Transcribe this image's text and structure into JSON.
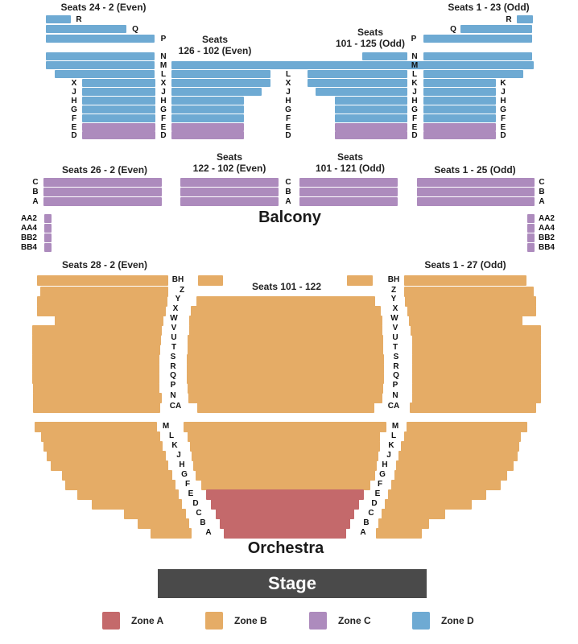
{
  "colors": {
    "zone_a": "#c4696b",
    "zone_b": "#e5ac66",
    "zone_c": "#ad8bbd",
    "zone_d": "#6eaad3"
  },
  "sections": {
    "balcony": {
      "title": "Balcony",
      "upper_left_title": "Seats 24 - 2 (Even)",
      "upper_right_title": "Seats 1 - 23 (Odd)",
      "upper_center_left_title": "Seats\n126 - 102 (Even)",
      "upper_center_right_title": "Seats\n101 - 125 (Odd)",
      "lower_left_title": "Seats 26 - 2 (Even)",
      "lower_center_left_title": "Seats\n122 - 102 (Even)",
      "lower_center_right_title": "Seats\n101 - 121 (Odd)",
      "lower_right_title": "Seats 1 - 25 (Odd)",
      "box_rows": [
        "AA2",
        "AA4",
        "BB2",
        "BB4"
      ]
    },
    "orchestra": {
      "title": "Orchestra",
      "left_title": "Seats 28 - 2 (Even)",
      "center_title": "Seats 101 - 122",
      "right_title": "Seats 1 - 27 (Odd)"
    }
  },
  "stage": {
    "label": "Stage"
  },
  "legend": [
    {
      "label": "Zone A",
      "color": "#c4696b"
    },
    {
      "label": "Zone B",
      "color": "#e5ac66"
    },
    {
      "label": "Zone C",
      "color": "#ad8bbd"
    },
    {
      "label": "Zone D",
      "color": "#6eaad3"
    }
  ],
  "chart_data": {
    "type": "seating-map",
    "title": "Theater seating chart",
    "zones": [
      "Zone A",
      "Zone B",
      "Zone C",
      "Zone D"
    ],
    "balcony_upper_rows": [
      "R",
      "Q",
      "P",
      "N",
      "M",
      "L",
      "K",
      "J",
      "H",
      "G",
      "F",
      "E",
      "D"
    ],
    "balcony_lower_rows": [
      "C",
      "B",
      "A"
    ],
    "orchestra_rear_rows": [
      "BH",
      "Z",
      "Y",
      "X",
      "W",
      "V",
      "U",
      "T",
      "S",
      "R",
      "Q",
      "P",
      "N",
      "CA"
    ],
    "orchestra_front_rows": [
      "M",
      "L",
      "K",
      "J",
      "H",
      "G",
      "F",
      "E",
      "D",
      "C",
      "B",
      "A"
    ],
    "zone_assignment": {
      "Zone A": "Orchestra center rows A-E",
      "Zone B": "Orchestra (all other rows)",
      "Zone C": "Balcony rows D-E, A-C, AA2/AA4/BB2/BB4",
      "Zone D": "Balcony rows F-R"
    }
  },
  "bars": {
    "upper_blue": [
      [
        57,
        19,
        31,
        "d"
      ],
      [
        57,
        31,
        100,
        "d"
      ],
      [
        57,
        43,
        135,
        "d"
      ],
      [
        57,
        65,
        135,
        "d"
      ],
      [
        57,
        76,
        135,
        "d"
      ],
      [
        68,
        87,
        124,
        "d"
      ],
      [
        102,
        98,
        91,
        "d"
      ],
      [
        102,
        109,
        91,
        "d"
      ],
      [
        102,
        120,
        91,
        "d"
      ],
      [
        102,
        131,
        91,
        "d"
      ],
      [
        102,
        142,
        91,
        "d"
      ],
      [
        102,
        153,
        91,
        "c"
      ],
      [
        102,
        163,
        91,
        "c"
      ],
      [
        213,
        76,
        450,
        "d"
      ],
      [
        213,
        87,
        123,
        "d"
      ],
      [
        213,
        98,
        123,
        "d"
      ],
      [
        213,
        109,
        112,
        "d"
      ],
      [
        213,
        120,
        90,
        "d"
      ],
      [
        213,
        131,
        90,
        "d"
      ],
      [
        213,
        142,
        90,
        "d"
      ],
      [
        213,
        153,
        90,
        "c"
      ],
      [
        213,
        163,
        90,
        "c"
      ],
      [
        450,
        65,
        56,
        "d"
      ],
      [
        382,
        87,
        124,
        "d"
      ],
      [
        382,
        98,
        124,
        "d"
      ],
      [
        392,
        109,
        114,
        "d"
      ],
      [
        416,
        120,
        90,
        "d"
      ],
      [
        416,
        131,
        90,
        "d"
      ],
      [
        416,
        142,
        90,
        "d"
      ],
      [
        416,
        153,
        90,
        "c"
      ],
      [
        416,
        163,
        90,
        "c"
      ],
      [
        642,
        19,
        20,
        "d"
      ],
      [
        572,
        31,
        89,
        "d"
      ],
      [
        526,
        43,
        135,
        "d"
      ],
      [
        526,
        65,
        135,
        "d"
      ],
      [
        526,
        76,
        135,
        "d"
      ],
      [
        526,
        87,
        124,
        "d"
      ],
      [
        526,
        98,
        90,
        "d"
      ],
      [
        526,
        109,
        90,
        "d"
      ],
      [
        526,
        120,
        90,
        "d"
      ],
      [
        526,
        131,
        90,
        "d"
      ],
      [
        526,
        142,
        90,
        "d"
      ],
      [
        526,
        153,
        90,
        "c"
      ],
      [
        526,
        163,
        90,
        "c"
      ]
    ],
    "lower_purple": [
      [
        54,
        221,
        147,
        "c"
      ],
      [
        54,
        233,
        147,
        "c"
      ],
      [
        54,
        245,
        147,
        "c"
      ],
      [
        224,
        221,
        122,
        "c"
      ],
      [
        224,
        233,
        122,
        "c"
      ],
      [
        224,
        245,
        122,
        "c"
      ],
      [
        372,
        221,
        122,
        "c"
      ],
      [
        372,
        233,
        122,
        "c"
      ],
      [
        372,
        245,
        122,
        "c"
      ],
      [
        518,
        221,
        146,
        "c"
      ],
      [
        518,
        233,
        146,
        "c"
      ],
      [
        518,
        245,
        146,
        "c"
      ],
      [
        55,
        266,
        9,
        "c"
      ],
      [
        55,
        278,
        9,
        "c"
      ],
      [
        55,
        290,
        9,
        "c"
      ],
      [
        55,
        302,
        9,
        "c"
      ],
      [
        655,
        266,
        9,
        "c"
      ],
      [
        655,
        278,
        9,
        "c"
      ],
      [
        655,
        290,
        9,
        "c"
      ],
      [
        655,
        302,
        9,
        "c"
      ]
    ],
    "orch_rear": [
      [
        46,
        342,
        163,
        "b"
      ],
      [
        50,
        356,
        159,
        "b"
      ],
      [
        46,
        368,
        162,
        "b"
      ],
      [
        46,
        380,
        160,
        "b"
      ],
      [
        68,
        392,
        135,
        "b"
      ],
      [
        40,
        404,
        161,
        "b"
      ],
      [
        40,
        416,
        160,
        "b"
      ],
      [
        40,
        428,
        159,
        "b"
      ],
      [
        40,
        440,
        158,
        "b"
      ],
      [
        40,
        452,
        158,
        "b"
      ],
      [
        40,
        464,
        158,
        "b"
      ],
      [
        41,
        476,
        157,
        "b"
      ],
      [
        41,
        488,
        160,
        "b"
      ],
      [
        41,
        500,
        158,
        "b"
      ],
      [
        246,
        342,
        31,
        "b"
      ],
      [
        244,
        368,
        222,
        "b"
      ],
      [
        237,
        380,
        236,
        "b"
      ],
      [
        235,
        392,
        240,
        "b"
      ],
      [
        235,
        404,
        240,
        "b"
      ],
      [
        233,
        416,
        243,
        "b"
      ],
      [
        233,
        428,
        243,
        "b"
      ],
      [
        232,
        440,
        245,
        "b"
      ],
      [
        232,
        452,
        245,
        "b"
      ],
      [
        232,
        464,
        245,
        "b"
      ],
      [
        233,
        476,
        243,
        "b"
      ],
      [
        234,
        488,
        241,
        "b"
      ],
      [
        245,
        500,
        220,
        "b"
      ],
      [
        431,
        342,
        32,
        "b"
      ],
      [
        502,
        342,
        152,
        "b"
      ],
      [
        502,
        356,
        161,
        "b"
      ],
      [
        503,
        368,
        163,
        "b"
      ],
      [
        506,
        380,
        160,
        "b"
      ],
      [
        508,
        392,
        141,
        "b"
      ],
      [
        510,
        404,
        162,
        "b"
      ],
      [
        512,
        416,
        160,
        "b"
      ],
      [
        512,
        428,
        160,
        "b"
      ],
      [
        512,
        440,
        160,
        "b"
      ],
      [
        512,
        452,
        160,
        "b"
      ],
      [
        512,
        464,
        160,
        "b"
      ],
      [
        512,
        476,
        160,
        "b"
      ],
      [
        512,
        488,
        160,
        "b"
      ],
      [
        509,
        500,
        157,
        "b"
      ]
    ],
    "orch_front": [
      [
        43,
        524,
        152,
        "b"
      ],
      [
        51,
        536,
        148,
        "b"
      ],
      [
        54,
        548,
        148,
        "b"
      ],
      [
        58,
        560,
        148,
        "b"
      ],
      [
        63,
        572,
        146,
        "b"
      ],
      [
        77,
        584,
        137,
        "b"
      ],
      [
        81,
        596,
        137,
        "b"
      ],
      [
        96,
        608,
        126,
        "b"
      ],
      [
        114,
        620,
        112,
        "b"
      ],
      [
        154,
        632,
        77,
        "b"
      ],
      [
        171,
        644,
        64,
        "b"
      ],
      [
        187,
        656,
        51,
        "b"
      ],
      [
        228,
        524,
        252,
        "b"
      ],
      [
        233,
        536,
        239,
        "b"
      ],
      [
        236,
        548,
        236,
        "b"
      ],
      [
        238,
        560,
        232,
        "b"
      ],
      [
        240,
        572,
        228,
        "b"
      ],
      [
        243,
        584,
        223,
        "b"
      ],
      [
        250,
        596,
        210,
        "b"
      ],
      [
        256,
        608,
        196,
        "a"
      ],
      [
        262,
        620,
        184,
        "a"
      ],
      [
        268,
        632,
        172,
        "a"
      ],
      [
        273,
        644,
        162,
        "a"
      ],
      [
        278,
        656,
        152,
        "a"
      ],
      [
        505,
        524,
        150,
        "b"
      ],
      [
        502,
        536,
        145,
        "b"
      ],
      [
        498,
        548,
        147,
        "b"
      ],
      [
        495,
        560,
        148,
        "b"
      ],
      [
        492,
        572,
        146,
        "b"
      ],
      [
        490,
        584,
        140,
        "b"
      ],
      [
        486,
        596,
        136,
        "b"
      ],
      [
        482,
        608,
        122,
        "b"
      ],
      [
        478,
        620,
        108,
        "b"
      ],
      [
        474,
        632,
        79,
        "b"
      ],
      [
        470,
        644,
        63,
        "b"
      ],
      [
        467,
        656,
        57,
        "b"
      ]
    ]
  },
  "row_labels": {
    "upper_left_outer": [
      [
        "R",
        98,
        20
      ],
      [
        "Q",
        168,
        32
      ],
      [
        "P",
        203,
        44
      ],
      [
        "N",
        203,
        66
      ],
      [
        "M",
        203,
        77
      ],
      [
        "L",
        203,
        88
      ]
    ],
    "upper_left_inner": [
      [
        "X",
        92,
        99
      ],
      [
        "J",
        92,
        110
      ],
      [
        "H",
        92,
        121
      ],
      [
        "G",
        92,
        132
      ],
      [
        "F",
        92,
        143
      ],
      [
        "E",
        92,
        154
      ],
      [
        "D",
        92,
        164
      ]
    ],
    "upper_left_aisle": [
      [
        "X",
        203,
        99
      ],
      [
        "J",
        203,
        110
      ],
      [
        "H",
        203,
        121
      ],
      [
        "G",
        203,
        132
      ],
      [
        "F",
        203,
        143
      ],
      [
        "E",
        203,
        154
      ],
      [
        "D",
        203,
        164
      ]
    ],
    "upper_center": [
      [
        "L",
        358,
        88
      ],
      [
        "X",
        358,
        99
      ],
      [
        "J",
        358,
        110
      ],
      [
        "H",
        358,
        121
      ],
      [
        "G",
        358,
        132
      ],
      [
        "F",
        358,
        143
      ],
      [
        "E",
        358,
        154
      ],
      [
        "D",
        358,
        164
      ]
    ],
    "upper_right_aisle": [
      [
        "P",
        514,
        44
      ],
      [
        "N",
        515,
        66
      ],
      [
        "M",
        515,
        77
      ],
      [
        "L",
        515,
        88
      ],
      [
        "K",
        515,
        99
      ],
      [
        "J",
        515,
        110
      ],
      [
        "H",
        515,
        121
      ],
      [
        "G",
        515,
        132
      ],
      [
        "F",
        515,
        143
      ],
      [
        "E",
        515,
        154
      ],
      [
        "D",
        515,
        164
      ]
    ],
    "upper_right_outer": [
      [
        "R",
        632,
        20
      ],
      [
        "Q",
        563,
        32
      ],
      [
        "K",
        625,
        99
      ],
      [
        "J",
        625,
        110
      ],
      [
        "H",
        625,
        121
      ],
      [
        "G",
        625,
        132
      ],
      [
        "F",
        625,
        143
      ],
      [
        "E",
        625,
        154
      ],
      [
        "D",
        625,
        164
      ]
    ],
    "lower_left": [
      [
        "C",
        44,
        222
      ],
      [
        "B",
        44,
        234
      ],
      [
        "A",
        44,
        246
      ]
    ],
    "lower_center": [
      [
        "C",
        358,
        222
      ],
      [
        "B",
        358,
        234
      ],
      [
        "A",
        358,
        246
      ]
    ],
    "lower_right": [
      [
        "C",
        673,
        222
      ],
      [
        "B",
        673,
        234
      ],
      [
        "A",
        673,
        246
      ]
    ],
    "box_left": [
      [
        "AA2",
        36,
        267
      ],
      [
        "AA4",
        36,
        279
      ],
      [
        "BB2",
        36,
        291
      ],
      [
        "BB4",
        36,
        303
      ]
    ],
    "box_right": [
      [
        "AA2",
        679,
        267
      ],
      [
        "AA4",
        679,
        279
      ],
      [
        "BB2",
        679,
        291
      ],
      [
        "BB4",
        679,
        303
      ]
    ],
    "orch_left_rear": [
      [
        "BH",
        221,
        343
      ],
      [
        "Z",
        226,
        356
      ],
      [
        "Y",
        221,
        367
      ],
      [
        "X",
        218,
        379
      ],
      [
        "W",
        216,
        391
      ],
      [
        "V",
        216,
        403
      ],
      [
        "U",
        216,
        415
      ],
      [
        "T",
        216,
        427
      ],
      [
        "S",
        215,
        439
      ],
      [
        "R",
        215,
        451
      ],
      [
        "Q",
        215,
        462
      ],
      [
        "P",
        215,
        474
      ],
      [
        "N",
        215,
        487
      ],
      [
        "CA",
        218,
        500
      ]
    ],
    "orch_right_rear": [
      [
        "BH",
        489,
        343
      ],
      [
        "Z",
        489,
        356
      ],
      [
        "Y",
        489,
        367
      ],
      [
        "X",
        491,
        379
      ],
      [
        "W",
        490,
        391
      ],
      [
        "V",
        491,
        403
      ],
      [
        "U",
        491,
        415
      ],
      [
        "T",
        491,
        427
      ],
      [
        "S",
        492,
        439
      ],
      [
        "R",
        492,
        451
      ],
      [
        "Q",
        492,
        462
      ],
      [
        "P",
        491,
        474
      ],
      [
        "N",
        491,
        487
      ],
      [
        "CA",
        489,
        500
      ]
    ],
    "orch_left_front": [
      [
        "M",
        206,
        525
      ],
      [
        "L",
        213,
        537
      ],
      [
        "K",
        217,
        549
      ],
      [
        "J",
        222,
        561
      ],
      [
        "H",
        226,
        573
      ],
      [
        "G",
        229,
        585
      ],
      [
        "F",
        233,
        597
      ],
      [
        "E",
        237,
        609
      ],
      [
        "D",
        243,
        621
      ],
      [
        "C",
        247,
        633
      ],
      [
        "B",
        252,
        645
      ],
      [
        "A",
        259,
        657
      ]
    ],
    "orch_right_front": [
      [
        "M",
        491,
        525
      ],
      [
        "L",
        489,
        537
      ],
      [
        "K",
        486,
        549
      ],
      [
        "J",
        483,
        561
      ],
      [
        "H",
        478,
        573
      ],
      [
        "G",
        475,
        585
      ],
      [
        "F",
        472,
        597
      ],
      [
        "E",
        469,
        609
      ],
      [
        "D",
        465,
        621
      ],
      [
        "C",
        461,
        633
      ],
      [
        "B",
        455,
        645
      ],
      [
        "A",
        451,
        657
      ]
    ]
  },
  "titles_pos": {
    "upper_left_title": [
      56,
      2,
      145
    ],
    "upper_right_title": [
      546,
      2,
      120
    ],
    "upper_center_left_title": [
      212,
      42,
      110
    ],
    "upper_center_right_title": [
      410,
      33,
      100
    ],
    "lower_left_title": [
      66,
      204,
      130
    ],
    "lower_center_left_title": [
      226,
      188,
      118
    ],
    "lower_center_right_title": [
      382,
      188,
      105
    ],
    "lower_right_title": [
      534,
      204,
      115
    ],
    "orch_left_title": [
      66,
      322,
      130
    ],
    "orch_center_title": [
      305,
      349,
      102
    ],
    "orch_right_title": [
      518,
      322,
      120
    ]
  }
}
